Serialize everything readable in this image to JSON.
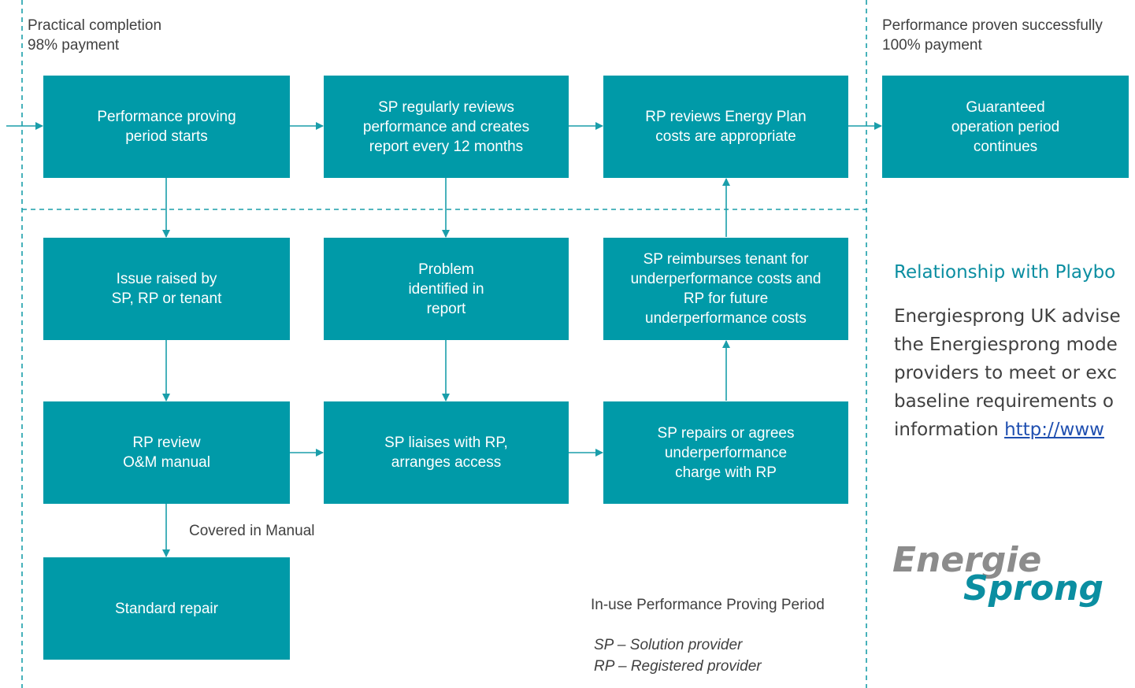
{
  "header": {
    "left_stage": "Practical completion\n98% payment",
    "right_stage": "Performance proven successfully\n100% payment"
  },
  "boxes": {
    "performance_proving_starts": "Performance proving\nperiod starts",
    "sp_reviews_performance": "SP regularly reviews\nperformance and creates\nreport every 12 months",
    "rp_reviews_energy_plan": "RP reviews Energy Plan\ncosts are appropriate",
    "guaranteed_operation": "Guaranteed\noperation period\ncontinues",
    "issue_raised": "Issue raised by\nSP, RP or tenant",
    "problem_identified": "Problem\nidentified in\nreport",
    "sp_reimburses": "SP reimburses tenant for\nunderperformance costs and\nRP for future\nunderperformance costs",
    "rp_review_manual": "RP review\nO&M manual",
    "sp_liaises": "SP liaises with RP,\narranges access",
    "sp_repairs": "SP repairs or agrees\nunderperformance\ncharge with RP",
    "standard_repair": "Standard repair"
  },
  "labels": {
    "covered_in_manual": "Covered in Manual",
    "period_name": "In-use Performance Proving Period",
    "legend_sp": "SP – Solution provider",
    "legend_rp": "RP – Registered provider"
  },
  "playbook": {
    "title": "Relationship with Playbo",
    "body": "Energiesprong UK advise\nthe Energiesprong mode\nproviders to meet or exc\nbaseline requirements o\ninformation ",
    "link": "http://www"
  },
  "logo": {
    "line1": "Energie",
    "line2": "Sprong"
  },
  "colors": {
    "box": "#009aa8",
    "connector": "#1a9eaa",
    "title": "#0b8ea1",
    "text": "#404040"
  }
}
